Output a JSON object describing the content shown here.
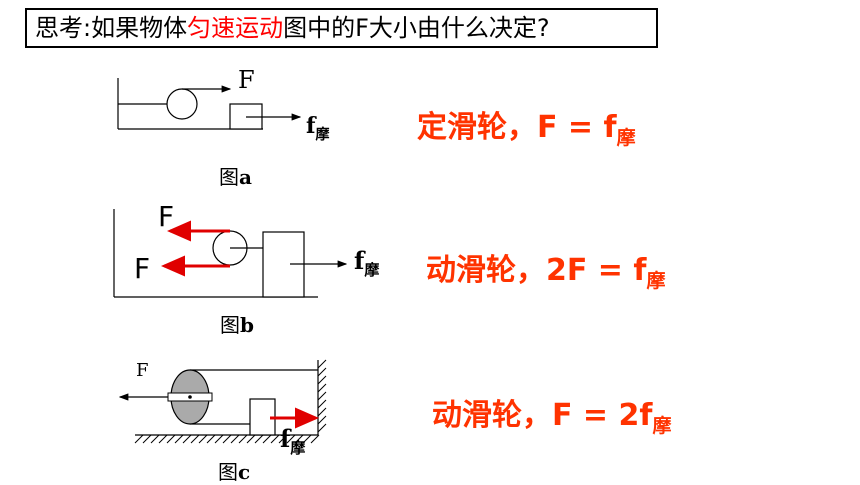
{
  "header": {
    "prefix": "思考:如果物体",
    "highlight": "匀速运动",
    "suffix": "图中的F大小由什么决定?"
  },
  "figure_a": {
    "caption_prefix": "图",
    "caption_letter": "a",
    "force_label": "F",
    "friction_label": "f",
    "friction_sub": "摩"
  },
  "figure_b": {
    "caption_prefix": "图",
    "caption_letter": "b",
    "force_label_top": "F",
    "force_label_bottom": "F",
    "friction_label": "f",
    "friction_sub": "摩"
  },
  "figure_c": {
    "caption_prefix": "图",
    "caption_letter": "c",
    "force_label": "F",
    "friction_label": "f",
    "friction_sub": "摩"
  },
  "equations": [
    {
      "main": "定滑轮，F = f",
      "sub": "摩"
    },
    {
      "main": "动滑轮，2F = f",
      "sub": "摩"
    },
    {
      "main": "动滑轮，F = 2f",
      "sub": "摩"
    }
  ],
  "colors": {
    "highlight": "#ff0000",
    "equation": "#ff3300",
    "arrow_red": "#e00000"
  }
}
